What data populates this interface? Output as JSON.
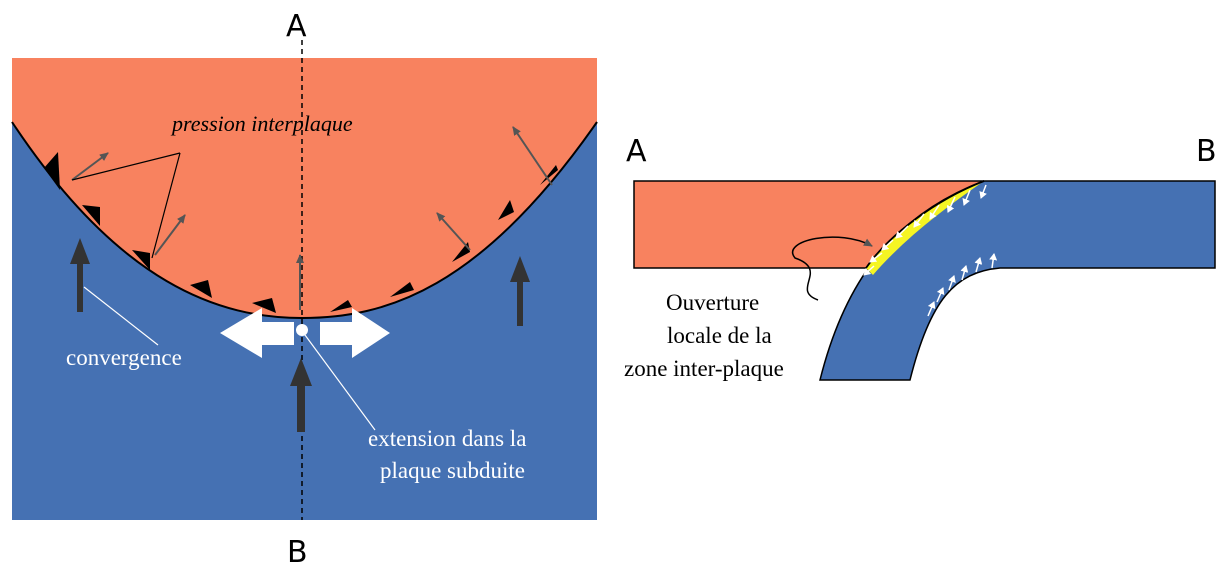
{
  "colors": {
    "overriding_plate": "#F8825F",
    "subducting_plate": "#4571B3",
    "interface_opening": "#F5F523",
    "arrow_dark": "#333333",
    "arrow_gray": "#555555",
    "arrow_white": "#ffffff"
  },
  "map_view": {
    "label_A": "A",
    "label_B": "B",
    "pression_label": "pression interplaque",
    "convergence_label": "convergence",
    "extension_label_line1": "extension dans la",
    "extension_label_line2": "plaque subduite"
  },
  "cross_section": {
    "label_A": "A",
    "label_B": "B",
    "ouverture_line1": "Ouverture",
    "ouverture_line2": "locale de la",
    "ouverture_line3": "zone inter-plaque"
  }
}
